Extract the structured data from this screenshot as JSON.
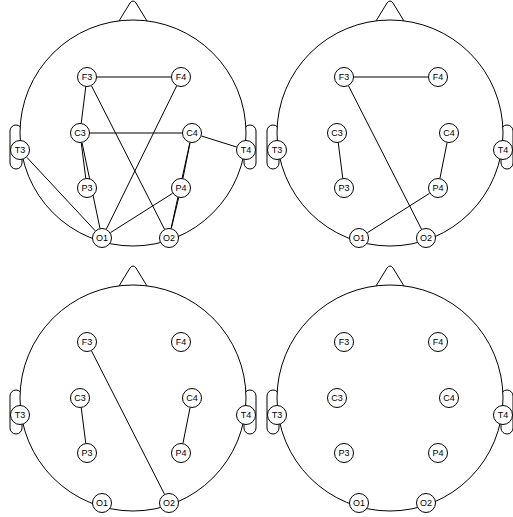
{
  "diagram": {
    "nodes": [
      {
        "text": [
          "F3"
        ]
      },
      {
        "text": [
          "F4"
        ]
      },
      {
        "text": [
          "C3"
        ]
      },
      {
        "text": [
          "C4"
        ]
      },
      {
        "text": [
          "T3"
        ]
      },
      {
        "text": [
          "T4"
        ]
      },
      {
        "text": [
          "P3"
        ]
      },
      {
        "text": [
          "P4"
        ]
      },
      {
        "text": [
          "O1"
        ]
      },
      {
        "text": [
          "O2"
        ]
      },
      {
        "text": [
          "F3"
        ]
      },
      {
        "text": [
          "F4"
        ]
      },
      {
        "text": [
          "C3"
        ]
      },
      {
        "text": [
          "C4"
        ]
      },
      {
        "text": [
          "T3"
        ]
      },
      {
        "text": [
          "T4"
        ]
      },
      {
        "text": [
          "P3"
        ]
      },
      {
        "text": [
          "P4"
        ]
      },
      {
        "text": [
          "O1"
        ]
      },
      {
        "text": [
          "O2"
        ]
      },
      {
        "text": [
          "F3"
        ]
      },
      {
        "text": [
          "F4"
        ]
      },
      {
        "text": [
          "C3"
        ]
      },
      {
        "text": [
          "C4"
        ]
      },
      {
        "text": [
          "T3"
        ]
      },
      {
        "text": [
          "T4"
        ]
      },
      {
        "text": [
          "P3"
        ]
      },
      {
        "text": [
          "P4"
        ]
      },
      {
        "text": [
          "O1"
        ]
      },
      {
        "text": [
          "O2"
        ]
      },
      {
        "text": [
          "F3"
        ]
      },
      {
        "text": [
          "F4"
        ]
      },
      {
        "text": [
          "C3"
        ]
      },
      {
        "text": [
          "C4"
        ]
      },
      {
        "text": [
          "T3"
        ]
      },
      {
        "text": [
          "T4"
        ]
      },
      {
        "text": [
          "P3"
        ]
      },
      {
        "text": [
          "P4"
        ]
      },
      {
        "text": [
          "O1"
        ]
      },
      {
        "text": [
          "O2"
        ]
      }
    ],
    "edges": [
      {
        "from": 0,
        "to": 1,
        "arrow": "none"
      },
      {
        "from": 0,
        "to": 2,
        "arrow": "none"
      },
      {
        "from": 0,
        "to": 9,
        "arrow": "none"
      },
      {
        "from": 1,
        "to": 8,
        "arrow": "none"
      },
      {
        "from": 2,
        "to": 3,
        "arrow": "none"
      },
      {
        "from": 2,
        "to": 6,
        "arrow": "none"
      },
      {
        "from": 2,
        "to": 8,
        "arrow": "none"
      },
      {
        "from": 4,
        "to": 8,
        "arrow": "none"
      },
      {
        "from": 3,
        "to": 5,
        "arrow": "none"
      },
      {
        "from": 3,
        "to": 7,
        "arrow": "none"
      },
      {
        "from": 3,
        "to": 9,
        "arrow": "none"
      },
      {
        "from": 7,
        "to": 8,
        "arrow": "none"
      },
      {
        "from": 7,
        "to": 9,
        "arrow": "none"
      },
      {
        "from": 10,
        "to": 11,
        "arrow": "none"
      },
      {
        "from": 10,
        "to": 19,
        "arrow": "none"
      },
      {
        "from": 12,
        "to": 16,
        "arrow": "none"
      },
      {
        "from": 13,
        "to": 17,
        "arrow": "none"
      },
      {
        "from": 17,
        "to": 18,
        "arrow": "none"
      },
      {
        "from": 20,
        "to": 29,
        "arrow": "none"
      },
      {
        "from": 22,
        "to": 26,
        "arrow": "none"
      },
      {
        "from": 23,
        "to": 27,
        "arrow": "none"
      }
    ]
  }
}
